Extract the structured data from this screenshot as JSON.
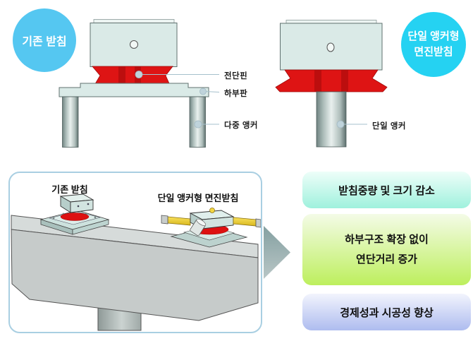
{
  "badges": {
    "existing": {
      "label": "기존 받침"
    },
    "single": {
      "line1": "단일 앵커형",
      "line2": "면진받침"
    }
  },
  "front_views": {
    "existing": {
      "callouts": [
        {
          "label": "전단핀"
        },
        {
          "label": "하부판"
        },
        {
          "label": "다중 앵커"
        }
      ]
    },
    "single": {
      "callouts": [
        {
          "label": "단일 앵커"
        }
      ]
    }
  },
  "isometric_panel": {
    "existing_label": "기존 받침",
    "single_label": "단일 앵커형 면진받침"
  },
  "benefits": [
    {
      "lines": [
        "받침중량 및 크기 감소"
      ]
    },
    {
      "lines": [
        "하부구조 확장 없이",
        "연단거리 증가"
      ]
    },
    {
      "lines": [
        "경제성과 시공성 향상"
      ]
    }
  ],
  "colors": {
    "badge_existing": "#55C7F1",
    "badge_single": "#25D2F2",
    "badge_text": "#FFFFFF",
    "steel_fill": "#DAEAE7",
    "red": "#DE1414",
    "red_dark": "#AE0D0D",
    "leader_line": "#A6C0CC",
    "leader_dot": "#BFD3DB",
    "panel_border": "#A9CFE2",
    "arrow_top": "#84A0A1",
    "arrow_bottom": "#B9C6C6",
    "benefit1_top": "#EEFEF9",
    "benefit1_bottom": "#9FF1DD",
    "benefit2_top": "#F4FBE7",
    "benefit2_bottom": "#BDEF5D",
    "benefit3_top": "#F2F4FD",
    "benefit3_bottom": "#AEBCEF",
    "label_text": "#1A1A1A"
  }
}
